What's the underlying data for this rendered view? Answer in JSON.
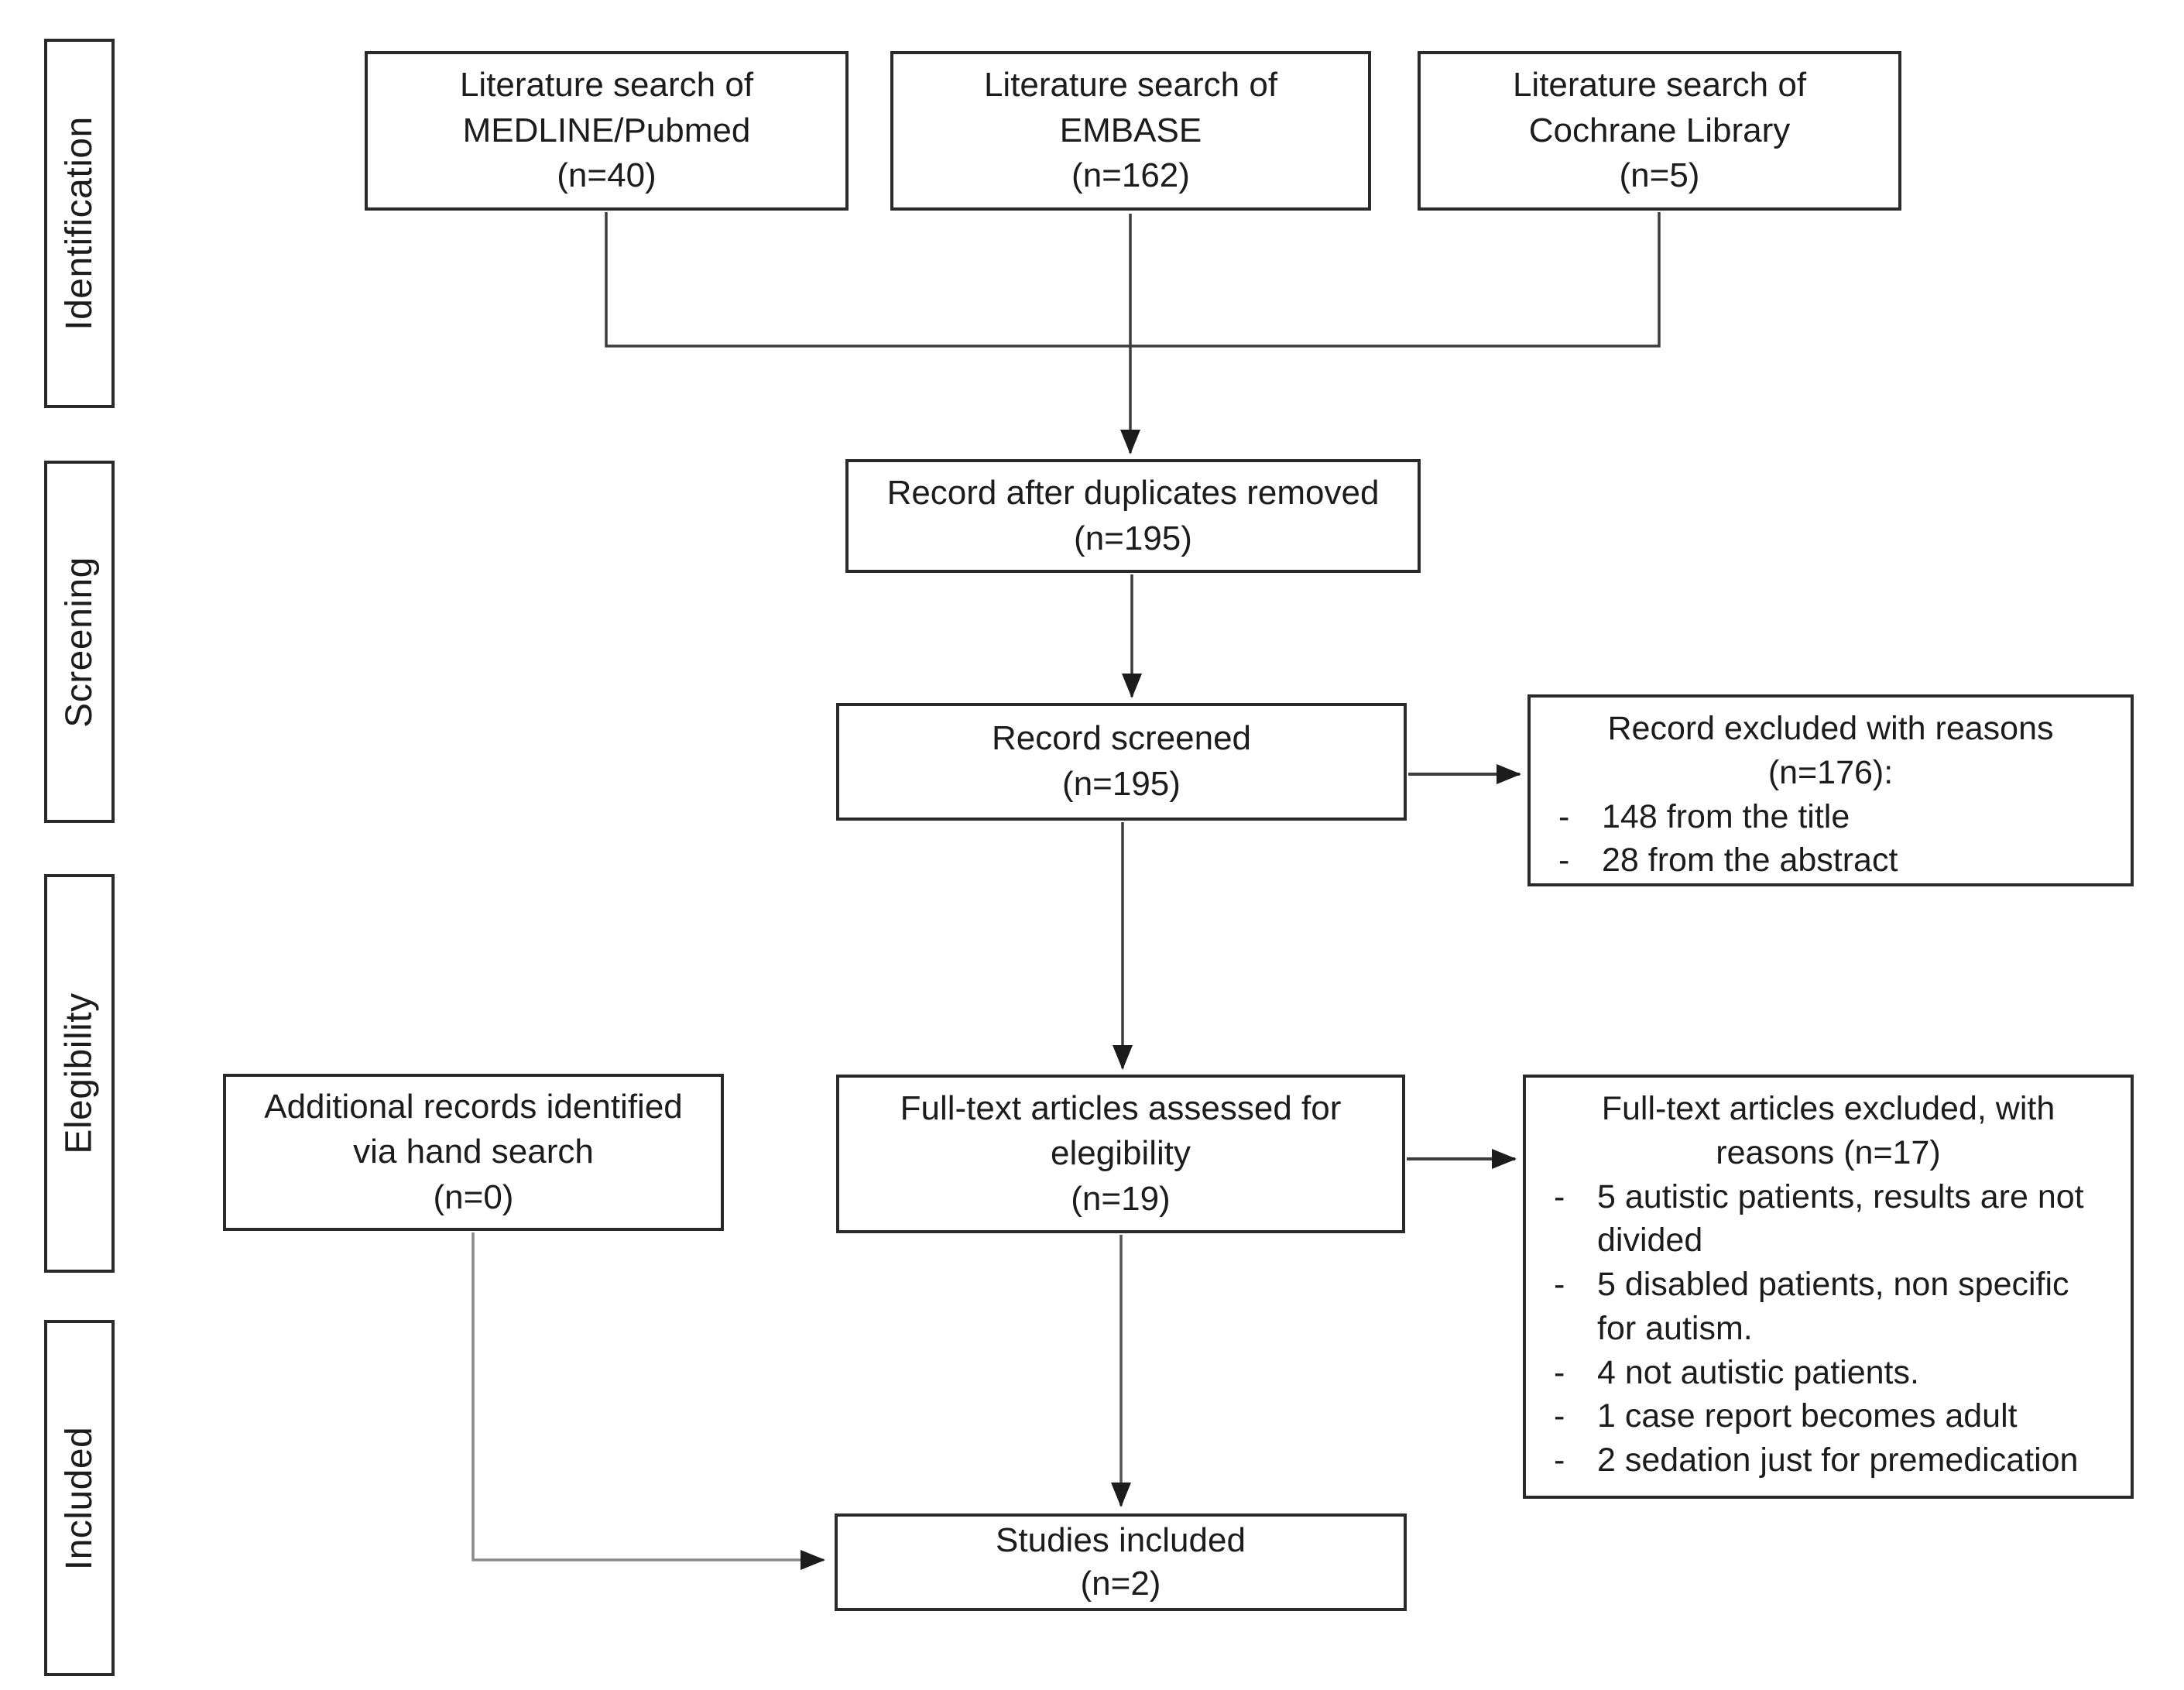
{
  "bullet_char": "-",
  "colors": {
    "box_border": "#2a2a2a",
    "text": "#1c1c1c",
    "connector": "#3d3d3d",
    "connector_gray": "#8a8a8a",
    "background": "#ffffff"
  },
  "sidebar": {
    "identification": "Identification",
    "screening": "Screening",
    "elegibility": "Elegibility",
    "included": "Included"
  },
  "boxes": {
    "medline": {
      "lines": [
        "Literature search of",
        "MEDLINE/Pubmed",
        "(n=40)"
      ]
    },
    "embase": {
      "lines": [
        "Literature search of",
        "EMBASE",
        "(n=162)"
      ]
    },
    "cochrane": {
      "lines": [
        "Literature search of",
        "Cochrane Library",
        "(n=5)"
      ]
    },
    "duplicates": {
      "lines": [
        "Record after duplicates removed",
        "(n=195)"
      ]
    },
    "screened": {
      "lines": [
        "Record screened",
        "(n=195)"
      ]
    },
    "record_excluded": {
      "title_lines": [
        "Record excluded with reasons",
        "(n=176):"
      ],
      "bullets": [
        "148 from the title",
        "28 from the abstract"
      ]
    },
    "additional": {
      "lines": [
        "Additional records identified",
        "via hand search",
        "(n=0)"
      ]
    },
    "fulltext": {
      "lines": [
        "Full-text articles assessed for",
        "elegibility",
        "(n=19)"
      ]
    },
    "fulltext_excluded": {
      "title_lines": [
        "Full-text articles excluded, with",
        "reasons  (n=17)"
      ],
      "bullets": [
        "5 autistic patients, results are not divided",
        "5 disabled patients, non specific for autism.",
        "4 not autistic patients.",
        "1 case report becomes adult",
        "2 sedation just for premedication"
      ]
    },
    "studies": {
      "lines": [
        "Studies included",
        "(n=2)"
      ]
    }
  }
}
